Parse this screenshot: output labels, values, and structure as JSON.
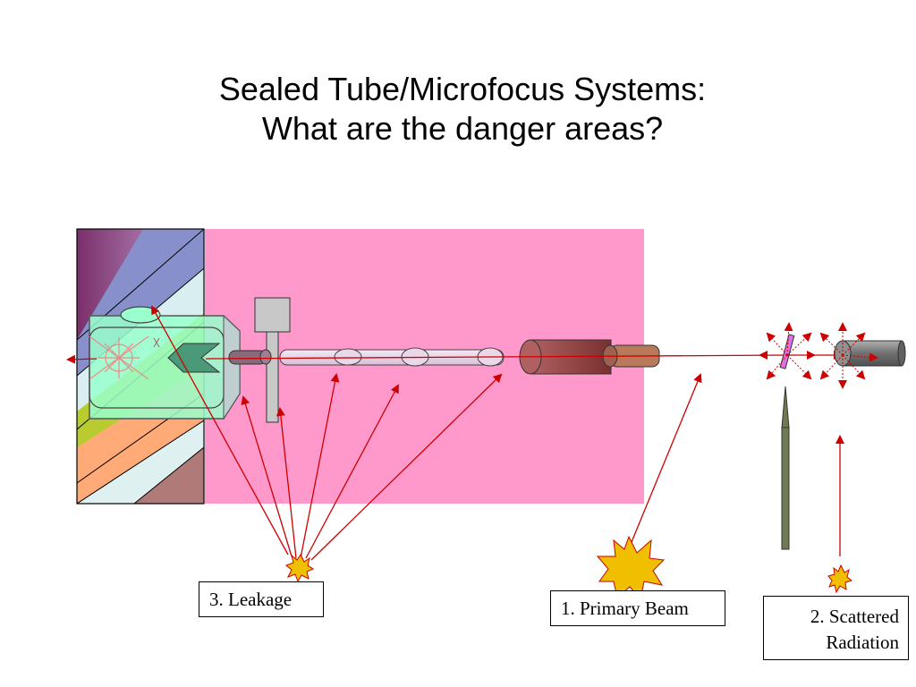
{
  "title": {
    "line1": "Sealed Tube/Microfocus Systems:",
    "line2": "What are the danger areas?"
  },
  "labels": {
    "leakage": "3.  Leakage",
    "primary_beam": "1. Primary Beam",
    "scattered_line1": "2.  Scattered",
    "scattered_line2": "Radiation"
  },
  "colors": {
    "enclosure": "#ff99cc",
    "arrow": "#cc0000",
    "explosion": "#f0c000",
    "tube_green": "#99ffcc",
    "collimator": "#a05050",
    "beamstop": "#808080"
  }
}
